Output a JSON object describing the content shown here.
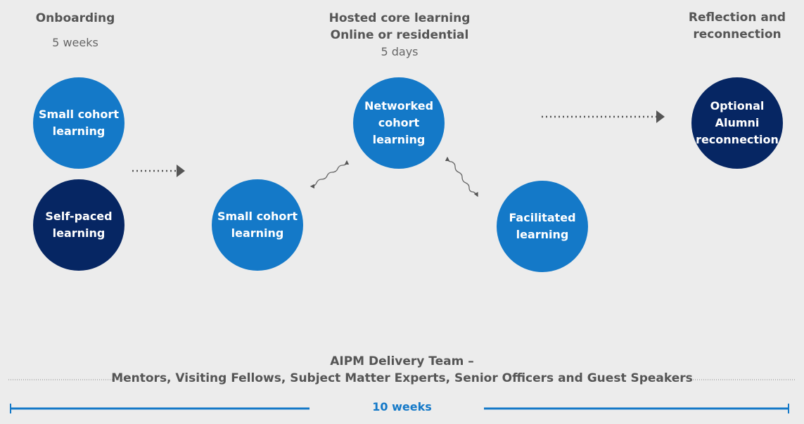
{
  "stages": {
    "onboarding": {
      "title": "Onboarding",
      "duration": "5 weeks"
    },
    "core": {
      "title_line1": "Hosted core learning",
      "title_line2": "Online or residential",
      "duration": "5 days"
    },
    "reflection": {
      "title_line1": "Reflection and",
      "title_line2": "reconnection"
    }
  },
  "nodes": {
    "onboarding_cohort": {
      "line1": "Small cohort",
      "line2": "learning"
    },
    "self_paced": {
      "line1": "Self-paced",
      "line2": "learning"
    },
    "core_small_cohort": {
      "line1": "Small cohort",
      "line2": "learning"
    },
    "networked": {
      "line1": "Networked",
      "line2": "cohort",
      "line3": "learning"
    },
    "facilitated": {
      "line1": "Facilitated",
      "line2": "learning"
    },
    "alumni": {
      "line1": "Optional",
      "line2": "Alumni",
      "line3": "reconnection"
    }
  },
  "delivery_team": {
    "line1": "AIPM Delivery Team –",
    "line2": "Mentors, Visiting Fellows, Subject Matter Experts, Senior Officers and Guest Speakers"
  },
  "timeline": {
    "label": "10 weeks"
  },
  "colors": {
    "light_node": "#1479c8",
    "dark_node": "#062663",
    "arrow": "#555555",
    "timeline": "#1479c8"
  }
}
